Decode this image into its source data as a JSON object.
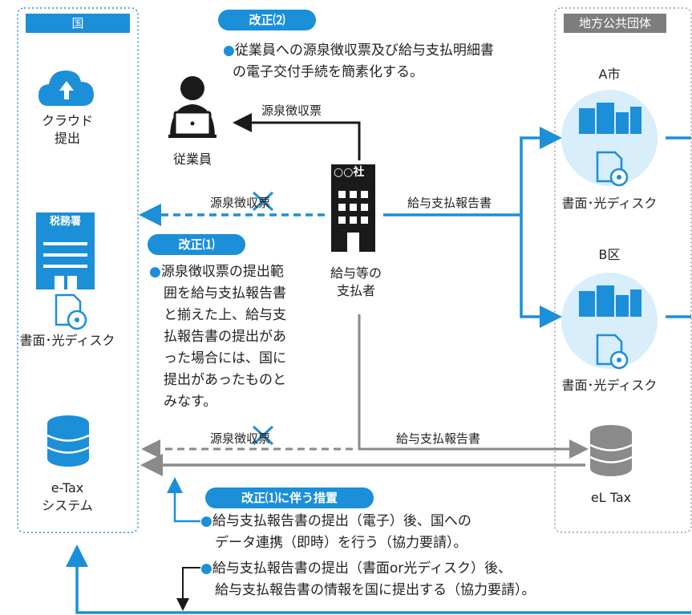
{
  "kuni": {
    "header": "国",
    "cloud_label": [
      "クラウド",
      "提出"
    ],
    "tax_office": "税務署",
    "paper_label": "書面･光ディスク",
    "etax_label": [
      "e-Tax",
      "システム"
    ]
  },
  "chiho": {
    "header": "地方公共団体",
    "city_a": "A市",
    "ward_b": "B区",
    "paper_label_a": "書面･光ディスク",
    "paper_label_b": "書面･光ディスク",
    "eltax_label": "eL Tax"
  },
  "employee": {
    "label": "従業員"
  },
  "company": {
    "sign": "○○社",
    "label": [
      "給与等の",
      "支払者"
    ]
  },
  "arrows": {
    "to_employee": "源泉徴収票",
    "to_tax_office": "源泉徴収票",
    "to_city": "給与支払報告書",
    "to_etax": "源泉徴収票",
    "to_eltax": "給与支払報告書"
  },
  "reform2": {
    "title": "改正⑵",
    "text": [
      "従業員への源泉徴収票及び給与支払明細書",
      "の電子交付手続を簡素化する。"
    ]
  },
  "reform1": {
    "title": "改正⑴",
    "text": [
      "源泉徴収票の提出範",
      "囲を給与支払報告書",
      "と揃えた上、給与支",
      "払報告書の提出があ",
      "った場合には、国に",
      "提出があったものと",
      "みなす。"
    ]
  },
  "reform1_measure": {
    "title": "改正⑴に伴う措置",
    "text1": [
      "給与支払報告書の提出（電子）後、国への",
      "データ連携（即時）を行う（協力要請）。"
    ],
    "text2": [
      "給与支払報告書の提出（書面or光ディスク）後、",
      "給与支払報告書の情報を国に提出する（協力要請）。"
    ]
  },
  "colors": {
    "blue": "#1b8fd8",
    "grey": "#8a8a8a",
    "light_blue": "#d8eefb",
    "dark": "#1a1a1a"
  }
}
